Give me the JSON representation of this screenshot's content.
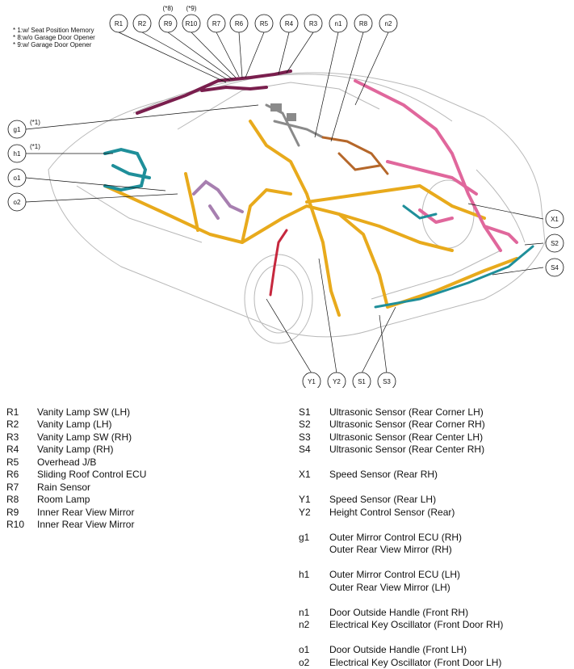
{
  "notes": [
    "* 1:w/ Seat Position Memory",
    "* 8:w/o Garage Door Opener",
    "* 9:w/ Garage Door Opener"
  ],
  "callouts": {
    "top": [
      {
        "code": "R1"
      },
      {
        "code": "R2"
      },
      {
        "code": "R9",
        "note": "(*8)"
      },
      {
        "code": "R10",
        "note": "(*9)"
      },
      {
        "code": "R7"
      },
      {
        "code": "R6"
      },
      {
        "code": "R5"
      },
      {
        "code": "R4"
      },
      {
        "code": "R3"
      },
      {
        "code": "n1"
      },
      {
        "code": "R8"
      },
      {
        "code": "n2"
      }
    ],
    "left": [
      {
        "code": "g1",
        "note": "(*1)"
      },
      {
        "code": "h1",
        "note": "(*1)"
      },
      {
        "code": "o1"
      },
      {
        "code": "o2"
      }
    ],
    "right": [
      {
        "code": "X1"
      },
      {
        "code": "S2"
      },
      {
        "code": "S4"
      }
    ],
    "bottom": [
      {
        "code": "Y1"
      },
      {
        "code": "Y2"
      },
      {
        "code": "S1"
      },
      {
        "code": "S3"
      }
    ]
  },
  "legend_left": [
    {
      "code": "R1",
      "label": "Vanity Lamp SW (LH)"
    },
    {
      "code": "R2",
      "label": "Vanity Lamp (LH)"
    },
    {
      "code": "R3",
      "label": "Vanity Lamp SW (RH)"
    },
    {
      "code": "R4",
      "label": "Vanity Lamp (RH)"
    },
    {
      "code": "R5",
      "label": "Overhead J/B"
    },
    {
      "code": "R6",
      "label": "Sliding Roof Control ECU"
    },
    {
      "code": "R7",
      "label": "Rain Sensor"
    },
    {
      "code": "R8",
      "label": "Room Lamp"
    },
    {
      "code": "R9",
      "label": "Inner Rear View Mirror"
    },
    {
      "code": "R10",
      "label": "Inner Rear View Mirror"
    }
  ],
  "legend_right": [
    {
      "code": "S1",
      "label": "Ultrasonic Sensor (Rear Corner LH)"
    },
    {
      "code": "S2",
      "label": "Ultrasonic Sensor (Rear Corner RH)"
    },
    {
      "code": "S3",
      "label": "Ultrasonic Sensor (Rear Center LH)"
    },
    {
      "code": "S4",
      "label": "Ultrasonic Sensor (Rear Center RH)"
    },
    {
      "gap": true
    },
    {
      "code": "X1",
      "label": "Speed Sensor (Rear RH)"
    },
    {
      "gap": true
    },
    {
      "code": "Y1",
      "label": "Speed Sensor (Rear LH)"
    },
    {
      "code": "Y2",
      "label": "Height Control Sensor (Rear)"
    },
    {
      "gap": true
    },
    {
      "code": "g1",
      "label": "Outer Mirror Control ECU (RH)"
    },
    {
      "code": "",
      "label": "Outer Rear View Mirror (RH)"
    },
    {
      "gap": true
    },
    {
      "code": "h1",
      "label": "Outer Mirror Control ECU (LH)"
    },
    {
      "code": "",
      "label": "Outer Rear View Mirror (LH)"
    },
    {
      "gap": true
    },
    {
      "code": "n1",
      "label": "Door Outside Handle (Front RH)"
    },
    {
      "code": "n2",
      "label": "Electrical Key Oscillator (Front Door RH)"
    },
    {
      "gap": true
    },
    {
      "code": "o1",
      "label": "Door Outside Handle (Front LH)"
    },
    {
      "code": "o2",
      "label": "Electrical Key Oscillator (Front Door LH)"
    }
  ],
  "colors": {
    "outline": "#b8b8b8",
    "main_harness": "#e8aa1c",
    "pink_harness": "#e0679c",
    "maroon_harness": "#7a1f4e",
    "teal_harness": "#1f8f9a",
    "brown_harness": "#b5672a",
    "violet_harness": "#a77fb0",
    "gray_harness": "#8a8a8a",
    "crimson_harness": "#c6283e"
  }
}
